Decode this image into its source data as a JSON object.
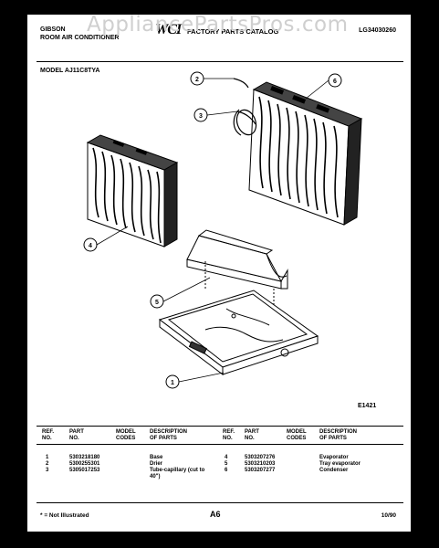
{
  "header": {
    "brand_line1": "GIBSON",
    "brand_line2": "ROOM AIR CONDITIONER",
    "logo": "WCI",
    "catalog": "FACTORY PARTS CATALOG",
    "code": "LG34030260",
    "model": "MODEL AJ11C8TYA"
  },
  "watermark": "AppliancePartsPros.com",
  "diagram": {
    "callouts": [
      "1",
      "2",
      "3",
      "4",
      "5",
      "6"
    ],
    "figure_code": "E1421"
  },
  "table": {
    "headers": {
      "ref": "REF.\nNO.",
      "part": "PART\nNO.",
      "model": "MODEL\nCODES",
      "desc": "DESCRIPTION\nOF PARTS"
    },
    "left": [
      {
        "ref": "1",
        "part": "5303218180",
        "desc": "Base"
      },
      {
        "ref": "2",
        "part": "5300255301",
        "desc": "Drier"
      },
      {
        "ref": "3",
        "part": "5305017253",
        "desc": "Tube-capillary (cut to 40\")"
      }
    ],
    "right": [
      {
        "ref": "4",
        "part": "5303207276",
        "desc": "Evaporator"
      },
      {
        "ref": "5",
        "part": "5303210203",
        "desc": "Tray evaporator"
      },
      {
        "ref": "6",
        "part": "5303207277",
        "desc": "Condenser"
      }
    ]
  },
  "footer": {
    "note": "* = Not Illustrated",
    "page": "A6",
    "date": "10/90"
  }
}
